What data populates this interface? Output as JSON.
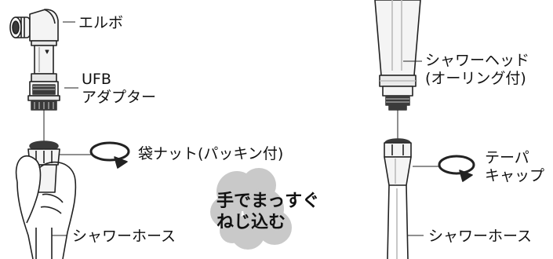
{
  "labels": {
    "elbow": "エルボ",
    "ufb_adapter_line1": "UFB",
    "ufb_adapter_line2": "アダプター",
    "bag_nut": "袋ナット(パッキン付)",
    "shower_hose_left": "シャワーホース",
    "shower_head_line1": "シャワーヘッド",
    "shower_head_line2": "(オーリング付)",
    "taper_cap_line1": "テーパ",
    "taper_cap_line2": "キャップ",
    "shower_hose_right": "シャワーホース"
  },
  "callout": {
    "line1": "手でまっすぐ",
    "line2": "ねじ込む",
    "cloud_color": "#c9c9c9"
  },
  "colors": {
    "line": "#222222",
    "part_fill": "#f4f4f4",
    "part_shade": "#d8d8d8",
    "dark_part": "#3a3a3a"
  }
}
